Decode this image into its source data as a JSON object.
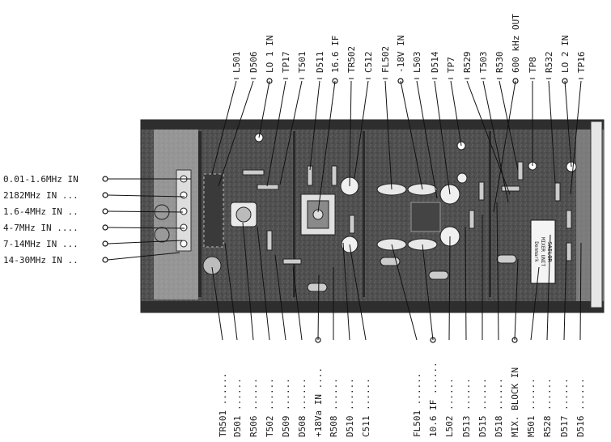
{
  "left_labels": [
    "0.01-1.6MHz IN",
    "2182MHz IN ...",
    "1.6-4MHz IN ..",
    "4-7MHz IN ....",
    "7-14MHz IN ...",
    "14-30MHz IN .."
  ],
  "top_labels": [
    "L501",
    "D506",
    "LO 1 IN",
    "TP17",
    "T501",
    "D511",
    "16.6 IF",
    "TR502",
    "C512",
    "FL502",
    "-18V IN",
    "L503",
    "D514",
    "TP7",
    "R529",
    "T503",
    "R530",
    "600 kHz OUT",
    "TP8",
    "R532",
    "LO 2 IN",
    "TP16"
  ],
  "bottom_labels": [
    "TR501 ......",
    "D501 ......",
    "R506 ......",
    "T502 ......",
    "D509 ......",
    "D508 ......",
    "+18Va IN ....",
    "R508 ......",
    "D510 ......",
    "C511 ......",
    "FL501 ......",
    "10.6 IF ......",
    "L502 ......",
    "D513 ......",
    "D515 ......",
    "D518 ......",
    "MIX. BLOCK IN",
    "M501 ......",
    "R528 ......",
    "D517 ......",
    "D516 ......"
  ],
  "module_label": {
    "line1": "SAILOR",
    "line2": "MIXER UNIT",
    "line3": "Denmark"
  },
  "colors": {
    "board": "#5a5a5a",
    "ink": "#111111",
    "background": "#ffffff"
  }
}
